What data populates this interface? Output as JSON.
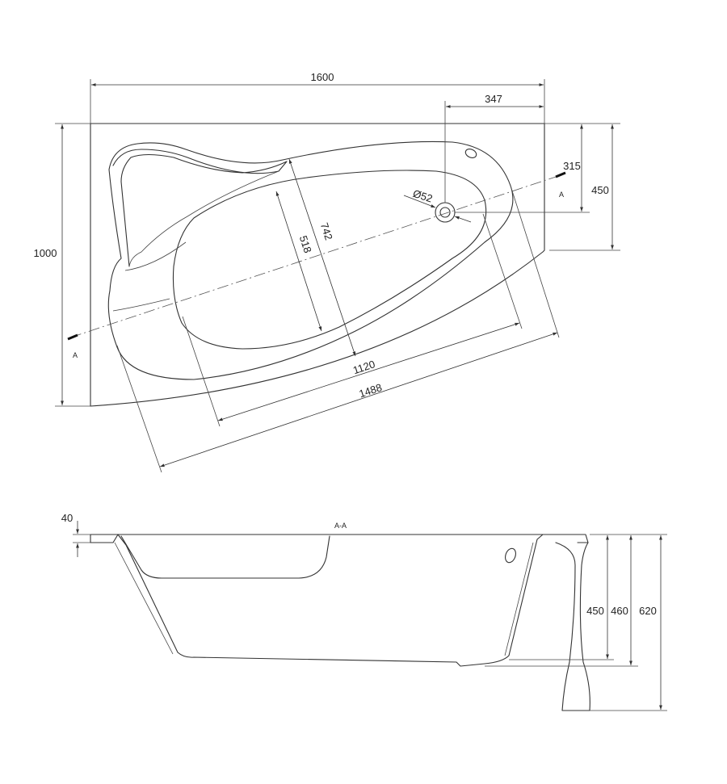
{
  "plan_view": {
    "dim_total_length": "1600",
    "dim_drain_offset_x": "347",
    "dim_drain_offset_y": "315",
    "dim_right_edge": "450",
    "dim_total_width": "1000",
    "dim_drain_diameter": "Ø52",
    "dim_inner_width": "518",
    "dim_outer_width": "742",
    "dim_inner_length": "1120",
    "dim_outer_length": "1488",
    "section_marker": "A"
  },
  "section_view": {
    "section_label": "A-A",
    "dim_rim": "40",
    "dim_depth_inner": "450",
    "dim_depth_mid": "460",
    "dim_total_height": "620"
  }
}
